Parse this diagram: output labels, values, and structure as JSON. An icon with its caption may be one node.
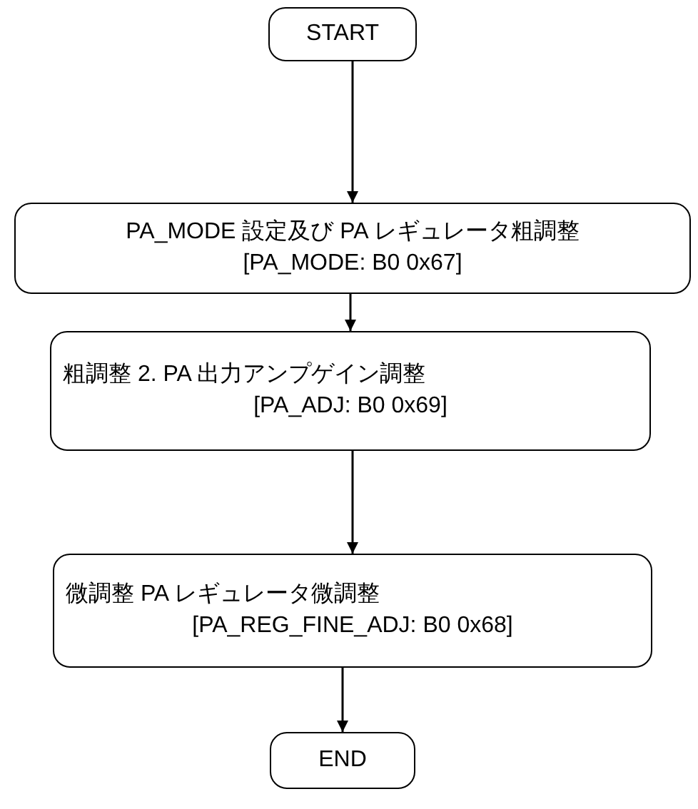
{
  "diagram": {
    "nodes": [
      {
        "text": [
          "START"
        ]
      },
      {
        "text": [
          "PA_MODE 設定及び PA レギュレータ粗調整",
          "[PA_MODE: B0 0x67]"
        ]
      },
      {
        "text": [
          "粗調整 2. PA 出力アンプゲイン調整",
          "[PA_ADJ: B0 0x69]"
        ]
      },
      {
        "text": [
          "微調整 PA レギュレータ微調整",
          "[PA_REG_FINE_ADJ: B0 0x68]"
        ]
      },
      {
        "text": [
          "END"
        ]
      }
    ],
    "edges": [
      {
        "from": 0,
        "to": 1,
        "arrow": "to"
      },
      {
        "from": 1,
        "to": 2,
        "arrow": "to"
      },
      {
        "from": 2,
        "to": 3,
        "arrow": "to"
      },
      {
        "from": 3,
        "to": 4,
        "arrow": "to"
      }
    ]
  }
}
